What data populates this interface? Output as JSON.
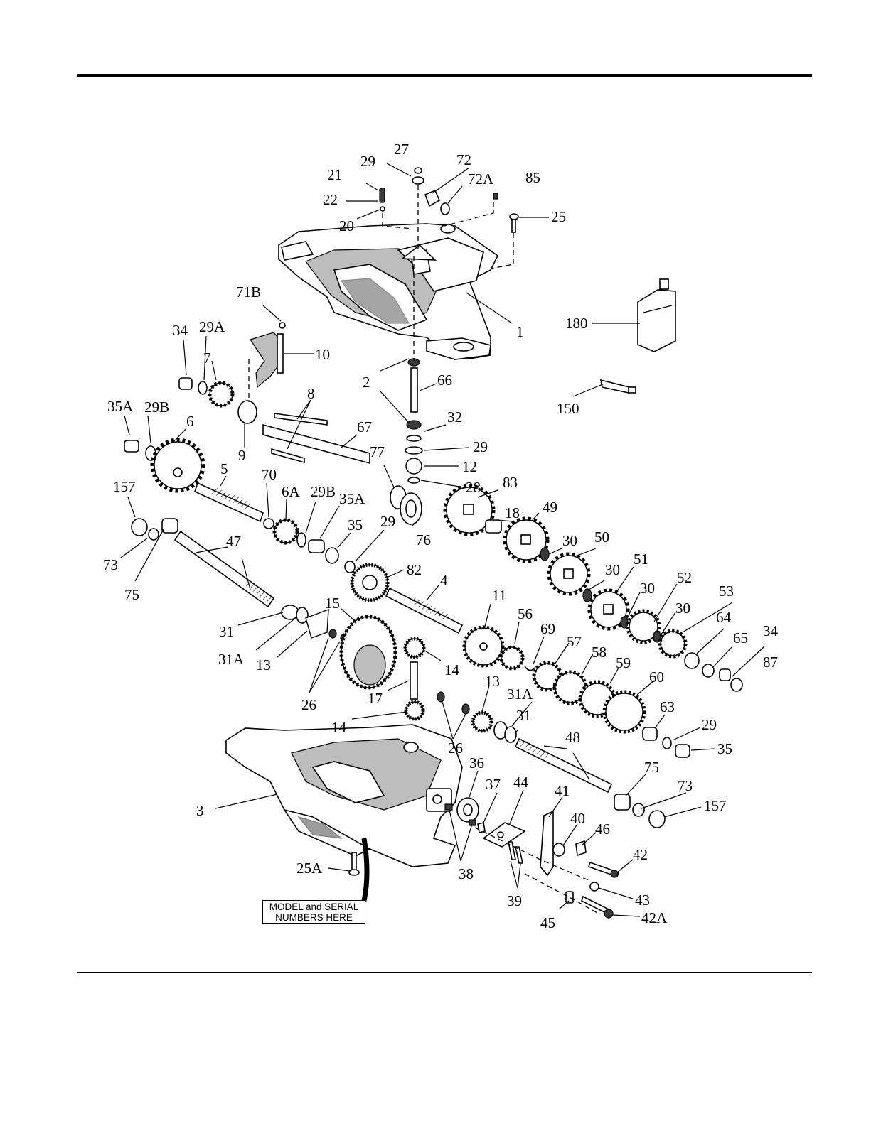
{
  "callout": {
    "line1": "MODEL and SERIAL",
    "line2": "NUMBERS HERE"
  },
  "labels": {
    "l27": "27",
    "l29a": "29",
    "l72": "72",
    "l21": "21",
    "l72A": "72A",
    "l85": "85",
    "l22": "22",
    "l20": "20",
    "l25": "25",
    "l71B": "71B",
    "l1": "1",
    "l180": "180",
    "l34a": "34",
    "l29A": "29A",
    "l10": "10",
    "l7": "7",
    "l8": "8",
    "l2a": "2",
    "l66": "66",
    "l150": "150",
    "l35A1": "35A",
    "l29B1": "29B",
    "l6": "6",
    "l32": "32",
    "l67": "67",
    "l9": "9",
    "l29b": "29",
    "l77": "77",
    "l12": "12",
    "l5": "5",
    "l70": "70",
    "l28": "28",
    "l83": "83",
    "l157a": "157",
    "l6A": "6A",
    "l29B2": "29B",
    "l35A2": "35A",
    "l18": "18",
    "l49": "49",
    "l35a": "35",
    "l29c": "29",
    "l76": "76",
    "l30a": "30",
    "l50": "50",
    "l73a": "73",
    "l47": "47",
    "l82": "82",
    "l30b": "30",
    "l51": "51",
    "l75a": "75",
    "l4": "4",
    "l30c": "30",
    "l52": "52",
    "l53": "53",
    "l15": "15",
    "l11": "11",
    "l30d": "30",
    "l56": "56",
    "l64": "64",
    "l31a": "31",
    "l69": "69",
    "l65": "65",
    "l34b": "34",
    "l31A1": "31A",
    "l13a": "13",
    "l57": "57",
    "l58": "58",
    "l87": "87",
    "l14a": "14",
    "l59": "59",
    "l26a": "26",
    "l17": "17",
    "l13b": "13",
    "l31A2": "31A",
    "l60": "60",
    "l63": "63",
    "l14b": "14",
    "l31b": "31",
    "l29d": "29",
    "l26b": "26",
    "l35b": "35",
    "l48": "48",
    "l36": "36",
    "l75b": "75",
    "l37": "37",
    "l44": "44",
    "l73b": "73",
    "l3": "3",
    "l41": "41",
    "l157b": "157",
    "l40": "40",
    "l46": "46",
    "l42": "42",
    "l25A": "25A",
    "l38": "38",
    "l43": "43",
    "l39": "39",
    "l45": "45",
    "l42A": "42A"
  }
}
